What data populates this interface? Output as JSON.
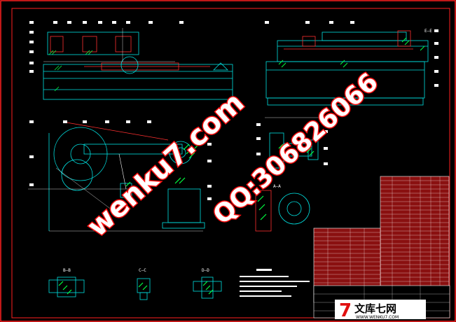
{
  "drawing": {
    "frame_color": "#ff2020",
    "line_color": "#00e0e0",
    "part_color": "#ff3030",
    "hatch_color": "#00ff40",
    "text_color": "#ffffff",
    "table_fill": "#8a1010",
    "background": "#000000"
  },
  "section_labels": {
    "a": "A—A",
    "b": "B—B",
    "c": "C—C",
    "d": "D—D",
    "e": "E—E"
  },
  "watermarks": {
    "site": "wenku7.com",
    "qq": "QQ:306826066",
    "logo_cn": "文库七网",
    "logo_en": "WWW.WENKU7.COM",
    "logo_mark": "7"
  },
  "icons": {
    "logo": "wenku7-logo-icon"
  }
}
